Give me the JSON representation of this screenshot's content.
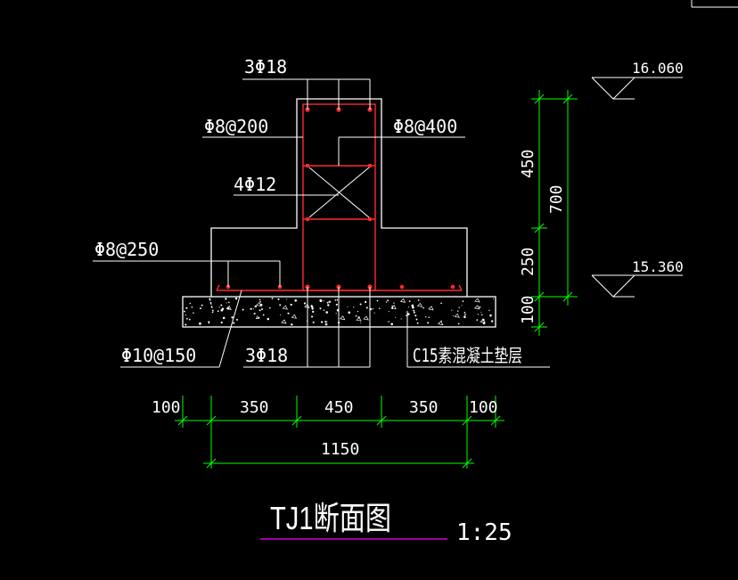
{
  "title": "TJ1断面图",
  "scale": "1:25",
  "colors": {
    "background": "#000000",
    "outline": "#ffffff",
    "rebar": "#ff2a2a",
    "dimension": "#00ff00",
    "underline": "#ff00ff"
  },
  "labels": {
    "top_bars": "3Φ18",
    "stirrup_1": "Φ8@200",
    "stirrup_2": "Φ8@400",
    "waist_bars": "4Φ12",
    "slab_dist": "Φ8@250",
    "bottom_main": "Φ10@150",
    "bottom_bars": "3Φ18",
    "cushion": "C15素混凝土垫层"
  },
  "elevations": {
    "top": "16.060",
    "bottom": "15.360"
  },
  "vertical_dims": {
    "beam_web": "450",
    "total": "700",
    "slab": "250",
    "cushion": "100"
  },
  "horizontal_dims": {
    "left_cushion": "100",
    "left_slab": "350",
    "beam": "450",
    "right_slab": "350",
    "right_cushion": "100",
    "total": "1150"
  }
}
